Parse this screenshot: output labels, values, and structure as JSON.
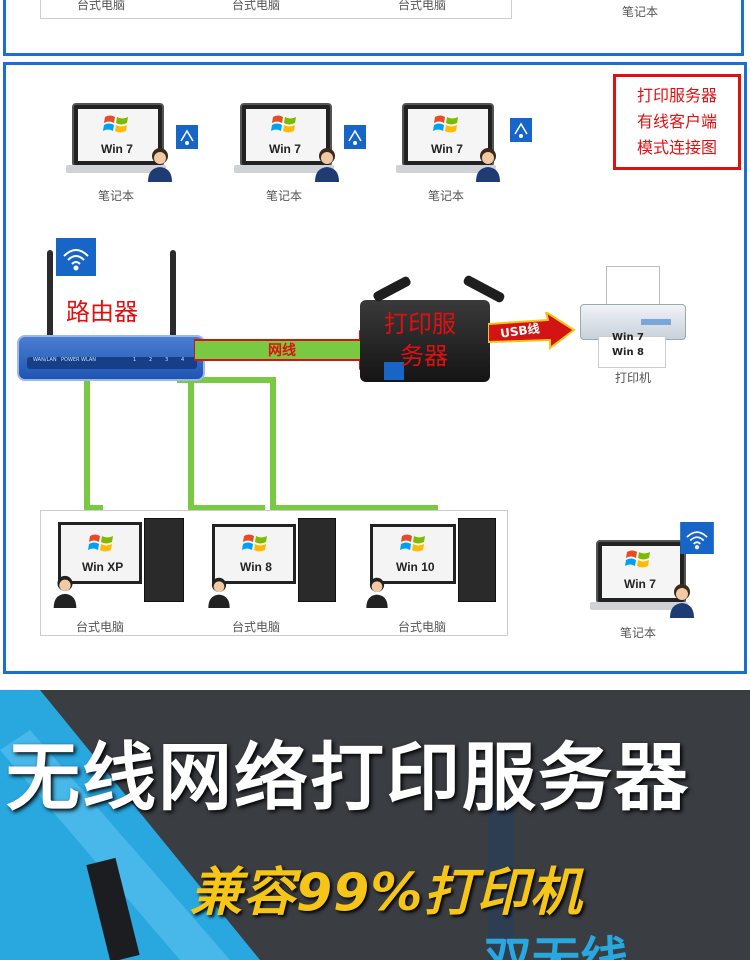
{
  "top": {
    "labels": [
      "台式电脑",
      "台式电脑",
      "台式电脑",
      "笔记本"
    ]
  },
  "main": {
    "title_lines": [
      "打印服务器",
      "有线客户端",
      "模式连接图"
    ],
    "laptops_top": [
      {
        "os": "Win 7",
        "caption": "笔记本"
      },
      {
        "os": "Win 7",
        "caption": "笔记本"
      },
      {
        "os": "Win 7",
        "caption": "笔记本"
      }
    ],
    "router": {
      "label": "路由器",
      "ports": [
        "WAN/LAN",
        "POWER",
        "WLAN",
        "1",
        "2",
        "3",
        "4"
      ]
    },
    "cable_label": "网线",
    "print_server": {
      "label_line1": "打印服",
      "label_line2": "务器"
    },
    "usb_label": "USB线",
    "printer": {
      "caption": "打印机",
      "os_tags": [
        "Win 7",
        "Win 8"
      ]
    },
    "desktops": [
      {
        "os": "Win XP",
        "caption": "台式电脑"
      },
      {
        "os": "Win 8",
        "caption": "台式电脑"
      },
      {
        "os": "Win 10",
        "caption": "台式电脑"
      }
    ],
    "laptop_right": {
      "os": "Win 7",
      "caption": "笔记本"
    }
  },
  "banner": {
    "headline": "无线网络打印服务器",
    "subheadline": "兼容99%打印机",
    "third_line": "双无线"
  },
  "colors": {
    "frame_blue": "#1a6fd1",
    "title_red": "#e01010",
    "cable_green": "#7ac943",
    "arrow_red": "#d41414",
    "banner_bg": "#3a3d42",
    "accent_blue": "#29a8e0",
    "subhead_yellow": "#f5c518"
  }
}
